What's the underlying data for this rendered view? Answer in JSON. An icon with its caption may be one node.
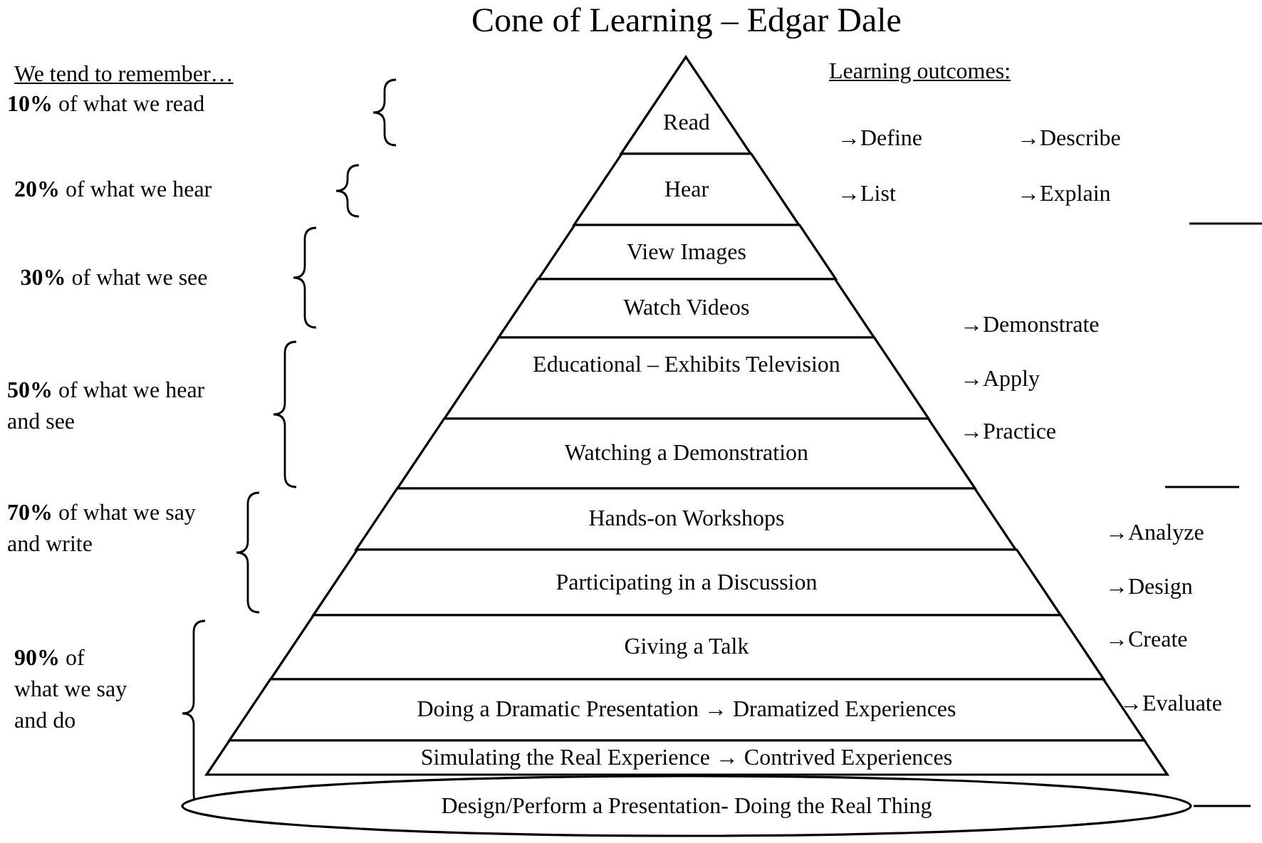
{
  "diagram": {
    "title": "Cone of Learning – Edgar Dale",
    "nodes": [
      {
        "text": [
          "Read"
        ]
      },
      {
        "text": [
          "Hear"
        ]
      },
      {
        "text": [
          "View Images"
        ]
      },
      {
        "text": [
          "Watch Videos"
        ]
      },
      {
        "text": [
          "Educational – Exhibits Television"
        ]
      },
      {
        "text": [
          "Watching a Demonstration"
        ]
      },
      {
        "text": [
          "Hands-on Workshops"
        ]
      },
      {
        "text": [
          "Participating in a Discussion"
        ]
      },
      {
        "text": [
          "Giving a Talk"
        ]
      },
      {
        "text": [
          "Doing a Dramatic Presentation → Dramatized Experiences"
        ]
      },
      {
        "text": [
          "Simulating the Real Experience → Contrived Experiences"
        ]
      },
      {
        "text": [
          "Design/Perform a Presentation- Doing the Real Thing"
        ]
      }
    ],
    "labels": [
      "We tend to remember…",
      "**10%** of what we read",
      "**20%** of what we hear",
      "**30%** of what we see",
      "**50%** of what we hear and see",
      "**70%** of what we say and write",
      "**90%** of what we say and do",
      "Learning outcomes:",
      "→Define",
      "→Describe",
      "→List",
      "→Explain",
      "→Demonstrate",
      "→Apply",
      "→Practice",
      "→Analyze",
      "→Design",
      "→Create",
      "→Evaluate"
    ]
  }
}
